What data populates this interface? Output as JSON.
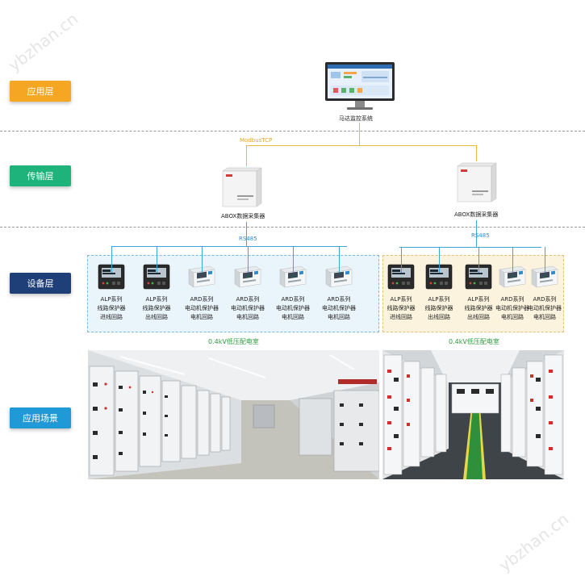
{
  "layers": {
    "application": "应用层",
    "transport": "传输层",
    "device": "设备层",
    "scenario": "应用场景"
  },
  "monitor": {
    "label": "马达监控系统"
  },
  "protocols": {
    "modbus": "ModbusTCP",
    "rs485_left": "RS485",
    "rs485_right": "RS485"
  },
  "collectors": [
    {
      "label": "ABOX数据采集器"
    },
    {
      "label": "ABOX数据采集器"
    }
  ],
  "devices_left": [
    {
      "l1": "ALP系列",
      "l2": "线路保护器",
      "l3": "进线回路",
      "kind": "alp"
    },
    {
      "l1": "ALP系列",
      "l2": "线路保护器",
      "l3": "出线回路",
      "kind": "alp"
    },
    {
      "l1": "ARD系列",
      "l2": "电动机保护器",
      "l3": "电机回路",
      "kind": "ard"
    },
    {
      "l1": "ARD系列",
      "l2": "电动机保护器",
      "l3": "电机回路",
      "kind": "ard"
    },
    {
      "l1": "ARD系列",
      "l2": "电动机保护器",
      "l3": "电机回路",
      "kind": "ard"
    },
    {
      "l1": "ARD系列",
      "l2": "电动机保护器",
      "l3": "电机回路",
      "kind": "ard"
    }
  ],
  "devices_right": [
    {
      "l1": "ALP系列",
      "l2": "线路保护器",
      "l3": "进线回路",
      "kind": "alp"
    },
    {
      "l1": "ALP系列",
      "l2": "线路保护器",
      "l3": "出线回路",
      "kind": "alp"
    },
    {
      "l1": "ALP系列",
      "l2": "线路保护器",
      "l3": "出线回路",
      "kind": "alp"
    },
    {
      "l1": "ARD系列",
      "l2": "电动机保护器",
      "l3": "电机回路",
      "kind": "ard"
    },
    {
      "l1": "ARD系列",
      "l2": "电动机保护器",
      "l3": "电机回路",
      "kind": "ard"
    }
  ],
  "rooms": {
    "left": "0.4kV低压配电室",
    "right": "0.4kV低压配电室"
  },
  "watermark": "ybzhan.cn",
  "colors": {
    "application": "#f5a623",
    "transport": "#1db37a",
    "device": "#1e3f78",
    "scenario": "#1f9ad6",
    "modbus_line": "#f0b83a",
    "rs485_line": "#3aa6e0",
    "room_label": "#2e9b3a"
  }
}
